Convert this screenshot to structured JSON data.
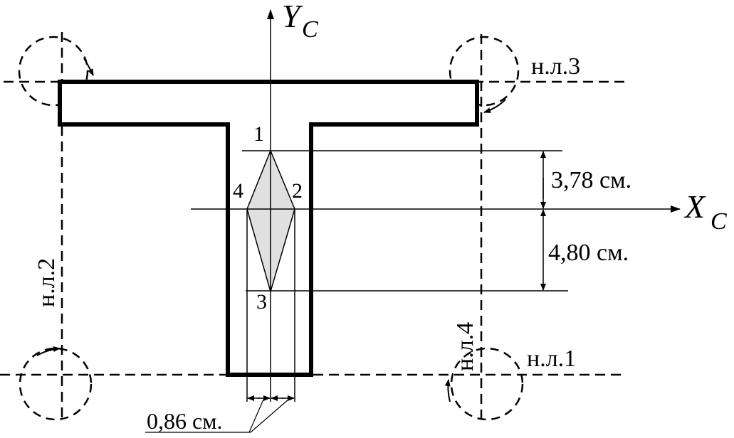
{
  "axes": {
    "y_label_main": "Y",
    "y_label_sub": "C",
    "x_label_main": "X",
    "x_label_sub": "C"
  },
  "neutral_lines": {
    "nl1": "н.л.1",
    "nl2": "н.л.2",
    "nl3": "н.л.3",
    "nl4": "н.л.4"
  },
  "core_points": {
    "p1": "1",
    "p2": "2",
    "p3": "3",
    "p4": "4"
  },
  "dimensions": {
    "upper": "3,78 см.",
    "lower": "4,80 см.",
    "half_width": "0,86 см."
  },
  "colors": {
    "stroke": "#000000",
    "core_fill": "#e0e0e0"
  }
}
